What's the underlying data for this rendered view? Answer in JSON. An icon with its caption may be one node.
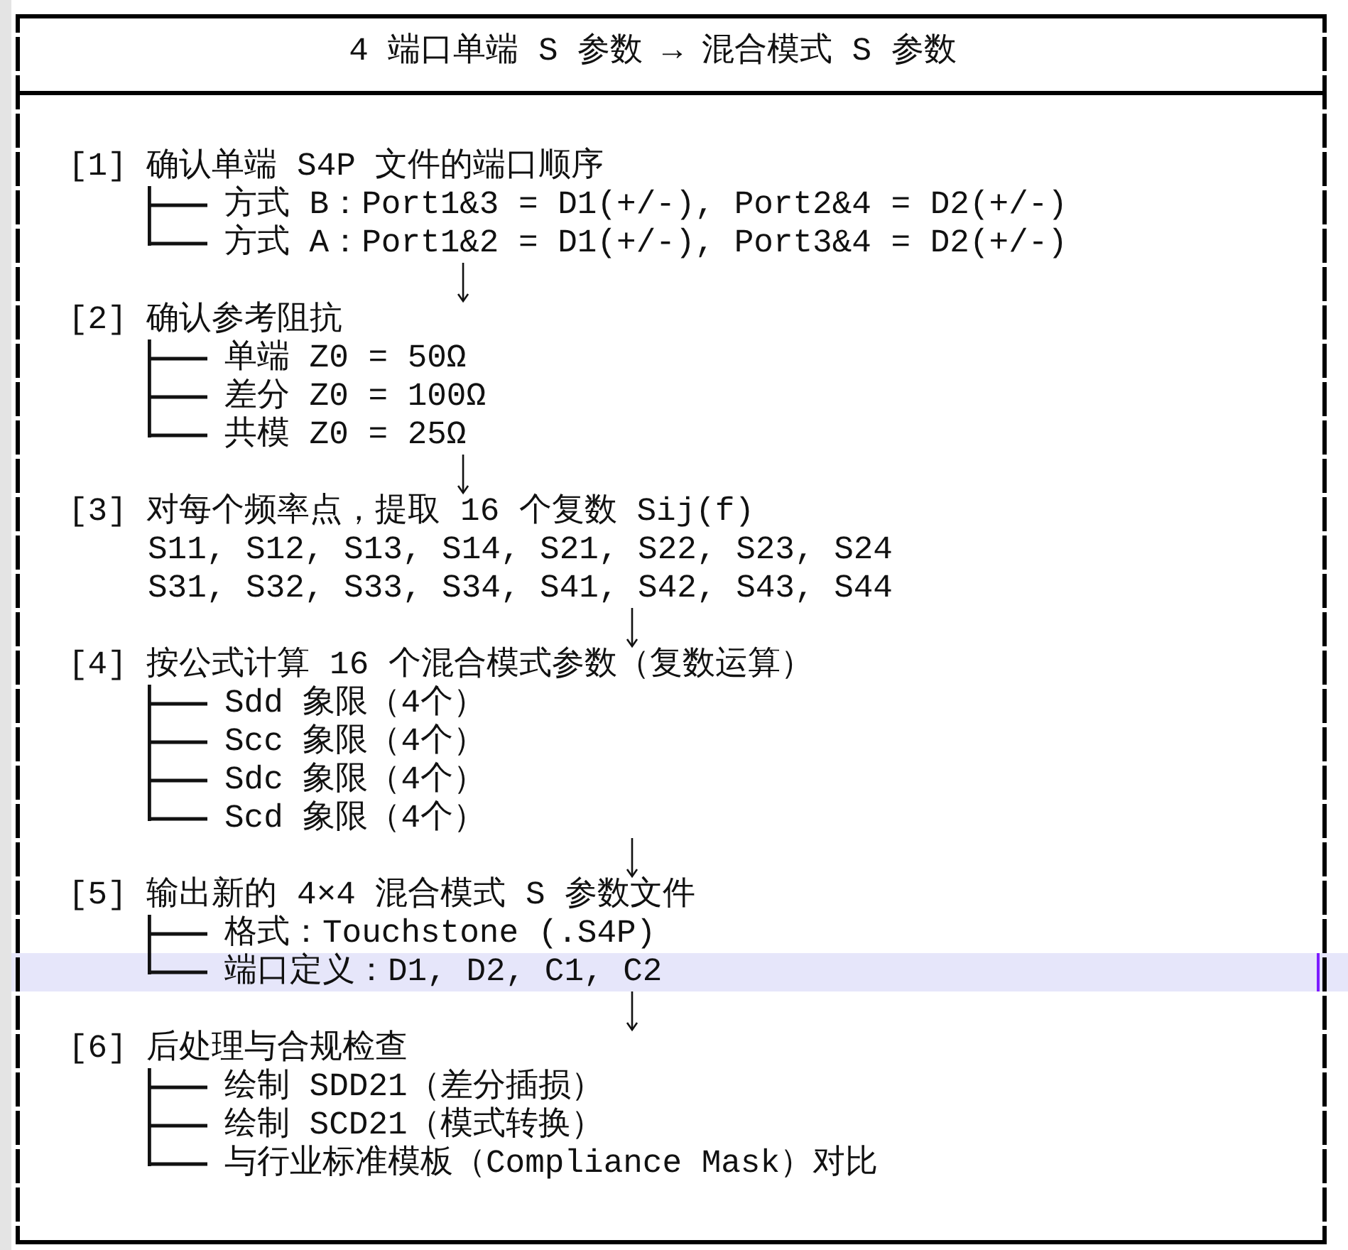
{
  "diagram": {
    "nodes": [
      {
        "text": [
          "4 端口单端 S 参数 → 混合模式 S 参数"
        ]
      },
      {
        "text": [
          "[1] 确认单端 S4P 文件的端口顺序",
          "方式 B：Port1&3 = D1(+/-), Port2&4 = D2(+/-)",
          "方式 A：Port1&2 = D1(+/-), Port3&4 = D2(+/-)"
        ],
        "in": 0
      },
      {
        "text": [
          "[2] 确认参考阻抗",
          "单端 Z0 = 50Ω",
          "差分 Z0 = 100Ω",
          "共模 Z0 = 25Ω"
        ],
        "in": 0
      },
      {
        "text": [
          "[3] 对每个频率点，提取 16 个复数 Sij(f)",
          "S11, S12, S13, S14, S21, S22, S23, S24",
          "S31, S32, S33, S34, S41, S42, S43, S44"
        ],
        "in": 0
      },
      {
        "text": [
          "[4] 按公式计算 16 个混合模式参数（复数运算）",
          "Sdd 象限（4个）",
          "Scc 象限（4个）",
          "Sdc 象限（4个）",
          "Scd 象限（4个）"
        ],
        "in": 0
      },
      {
        "text": [
          "[5] 输出新的 4×4 混合模式 S 参数文件",
          "格式：Touchstone (.S4P)",
          "端口定义：D1, D2, C1, C2"
        ],
        "in": 0
      },
      {
        "text": [
          "[6] 后处理与合规检查",
          "绘制 SDD21（差分插损）",
          "绘制 SCD21（模式转换）",
          "与行业标准模板（Compliance Mask）对比"
        ],
        "in": 0
      }
    ],
    "edges": [
      {
        "from": 1,
        "to": 2,
        "arrow": "to"
      },
      {
        "from": 2,
        "to": 3,
        "arrow": "to"
      },
      {
        "from": 3,
        "to": 4,
        "arrow": "to"
      },
      {
        "from": 4,
        "to": 5,
        "arrow": "to"
      },
      {
        "from": 5,
        "to": 6,
        "arrow": "to"
      }
    ]
  }
}
